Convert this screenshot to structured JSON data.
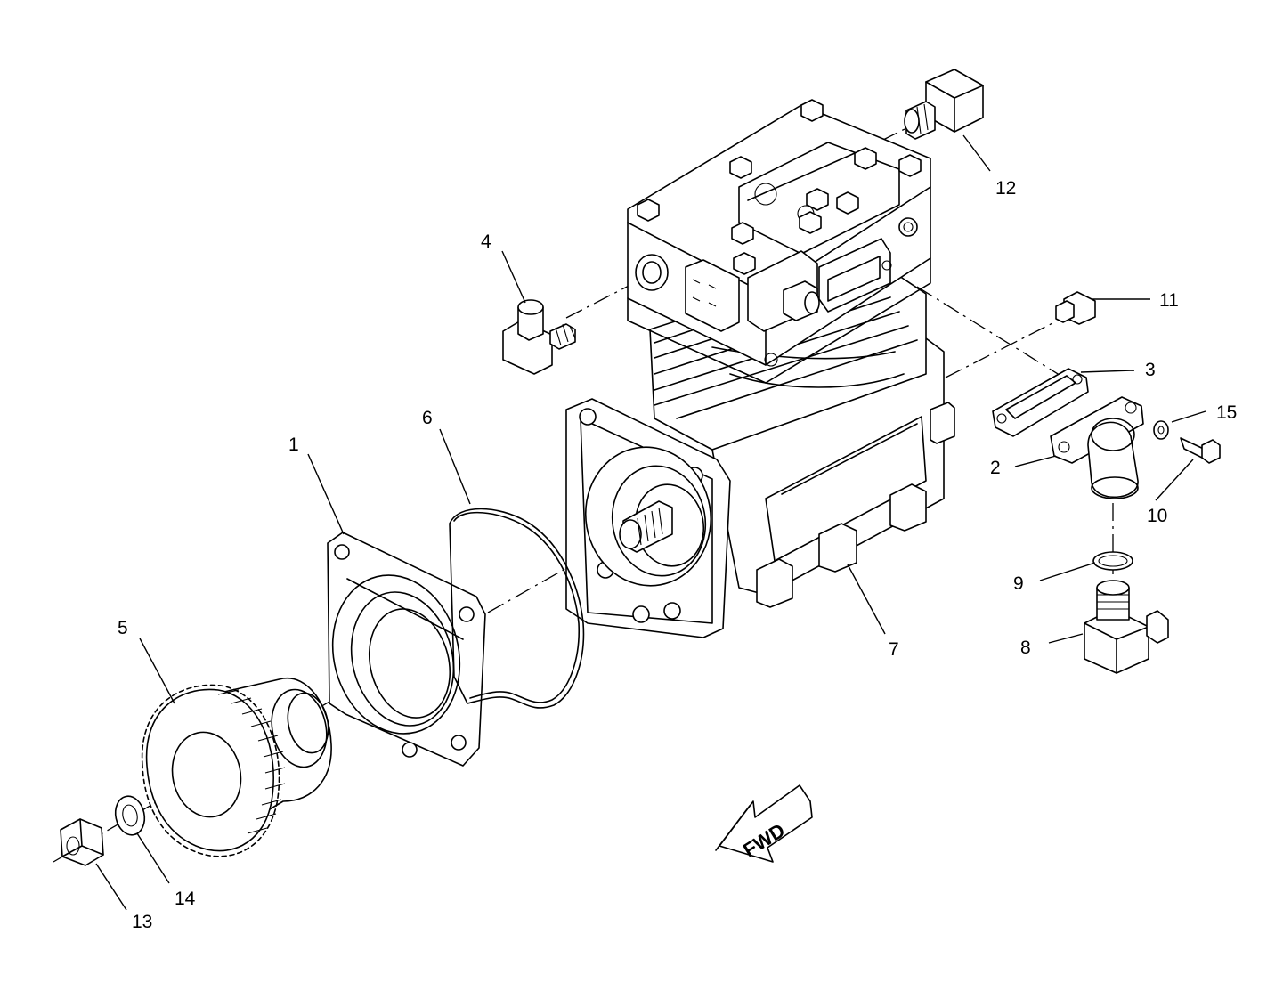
{
  "figure": {
    "direction_label": "FWD",
    "callouts": [
      {
        "id": "c1",
        "text": "1"
      },
      {
        "id": "c2",
        "text": "2"
      },
      {
        "id": "c3",
        "text": "3"
      },
      {
        "id": "c4",
        "text": "4"
      },
      {
        "id": "c5",
        "text": "5"
      },
      {
        "id": "c6",
        "text": "6"
      },
      {
        "id": "c7",
        "text": "7"
      },
      {
        "id": "c8",
        "text": "8"
      },
      {
        "id": "c9",
        "text": "9"
      },
      {
        "id": "c10",
        "text": "10"
      },
      {
        "id": "c11",
        "text": "11"
      },
      {
        "id": "c12",
        "text": "12"
      },
      {
        "id": "c13",
        "text": "13"
      },
      {
        "id": "c14",
        "text": "14"
      },
      {
        "id": "c15",
        "text": "15"
      }
    ]
  }
}
